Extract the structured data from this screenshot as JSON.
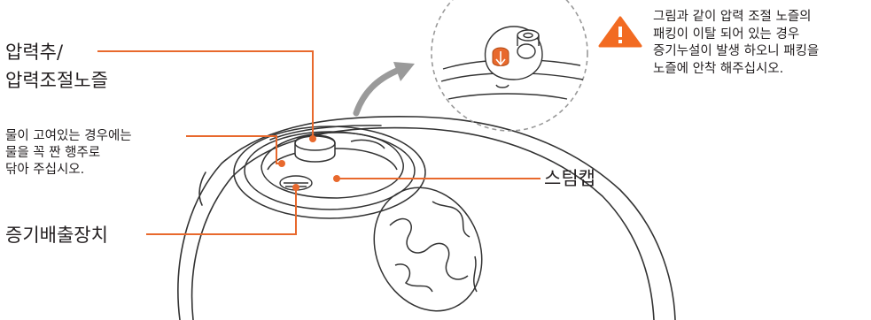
{
  "labels": {
    "pressure_weight_line1": "압력추/",
    "pressure_weight_line2": "압력조절노즐",
    "water_note_line1": "물이 고여있는 경우에는",
    "water_note_line2": "물을 꼭 짠 행주로",
    "water_note_line3": "닦아 주십시오.",
    "steam_exhaust": "증기배출장치",
    "steam_cap": "스팀캡"
  },
  "warning": {
    "icon": "warning-triangle-icon",
    "line1": "그림과 같이 압력 조절 노즐의",
    "line2": "패킹이 이탈 되어 있는 경우",
    "line3": "증기누설이 발생 하오니 패킹을",
    "line4": "노즐에 안착 해주십시오."
  },
  "colors": {
    "leader": "#e8692d",
    "outline": "#333333",
    "warning_fill": "#f26b22",
    "detail_circle": "#9a9a9a",
    "arrow": "#9a9a9a"
  }
}
